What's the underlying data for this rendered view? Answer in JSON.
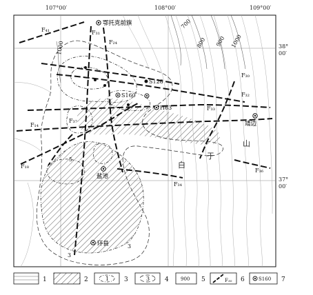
{
  "coords": {
    "lon_107": "107°00′",
    "lon_108": "108°00′",
    "lon_109": "109°00′",
    "lat_38_a": "38°",
    "lat_38_b": "00′",
    "lat_37_a": "37°",
    "lat_37_b": "00′"
  },
  "places": {
    "etuoke": "鄂托克前旗",
    "yanchi": "盐池",
    "dingbian": "靖边",
    "huanxian": "环县",
    "baiyushan": "白于山"
  },
  "wells": {
    "s128": "S128",
    "s160": "S160",
    "h63": "H63"
  },
  "contours_iso": {
    "c700": "700",
    "c800": "800",
    "c900": "900",
    "c1000": "1000",
    "c1000_left": "1000",
    "c3": "3",
    "c5": "5",
    "c1": "1",
    "c3_low": "3"
  },
  "faults": {
    "f41": "F₄₁",
    "f31": "F₃₁",
    "f24": "F₂₄",
    "f30": "F₃₀",
    "f32": "F₃₂",
    "f33": "F₃₃",
    "f34": "F₃₄",
    "f18": "F₁₈",
    "f14": "F₁₄",
    "f36": "F₃₆",
    "f37": "F₃₇"
  },
  "legend": {
    "n1": "1",
    "n2": "2",
    "n3": "3",
    "n4": "4",
    "n5": "5",
    "n6": "6",
    "n7": "7",
    "sym_contour": "1",
    "sym_contour3": "3",
    "sym_iso": "900",
    "sym_fault": "F₃₀",
    "sym_well": "S160"
  }
}
